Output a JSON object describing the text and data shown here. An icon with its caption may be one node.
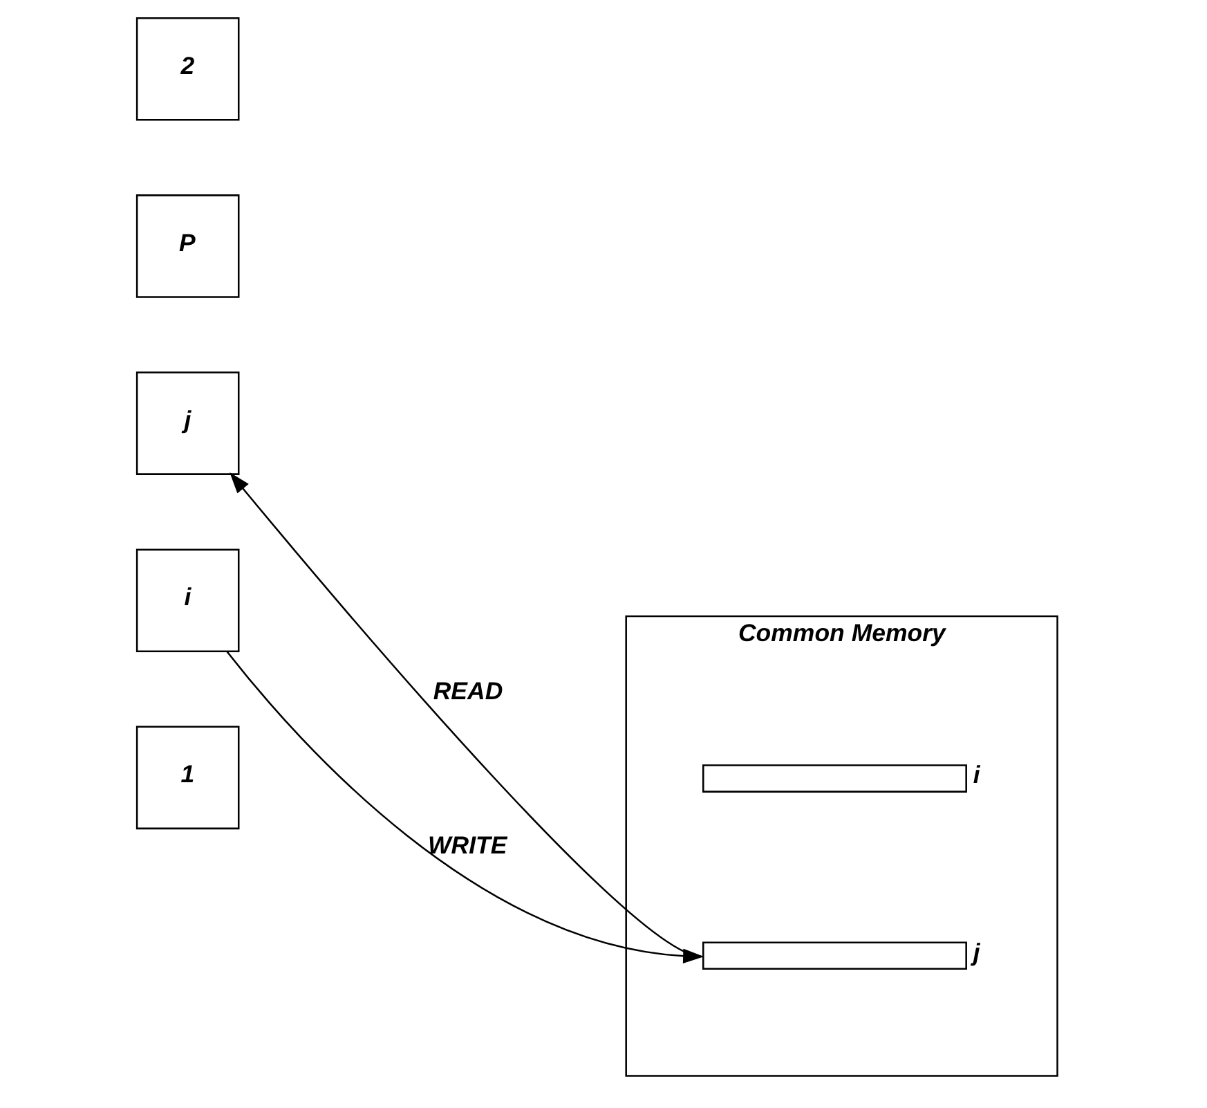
{
  "diagram": {
    "nodes": [
      {
        "text": [
          "1"
        ]
      },
      {
        "text": [
          "2"
        ]
      },
      {
        "text": [
          "i"
        ]
      },
      {
        "text": [
          "j"
        ]
      },
      {
        "text": [
          "P"
        ]
      },
      {
        "text": [
          "Common Memory"
        ]
      },
      {
        "text": [],
        "shape": "bar",
        "in": 5,
        "beside": [
          "i"
        ]
      },
      {
        "text": [],
        "shape": "bar",
        "in": 5,
        "beside": [
          "j"
        ]
      }
    ],
    "edges": [
      {
        "from": 2,
        "to": 7,
        "arrow": "to",
        "label": "WRITE"
      },
      {
        "from": 7,
        "to": 3,
        "arrow": "to",
        "label": "READ"
      }
    ]
  }
}
